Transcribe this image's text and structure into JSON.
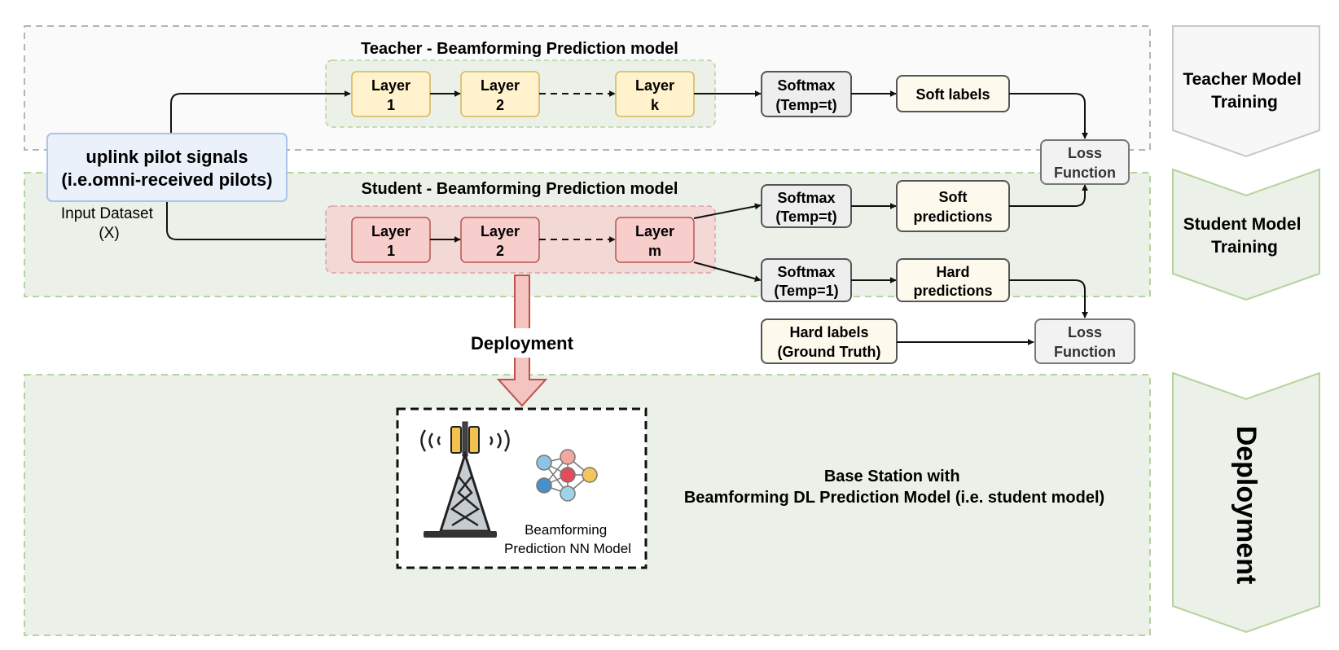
{
  "teacher": {
    "title": "Teacher - Beamforming Prediction model",
    "layers": [
      {
        "line1": "Layer",
        "line2": "1"
      },
      {
        "line1": "Layer",
        "line2": "2"
      },
      {
        "line1": "Layer",
        "line2": "k"
      }
    ],
    "softmax": {
      "line1": "Softmax",
      "line2": "(Temp=t)"
    },
    "soft_labels": "Soft labels"
  },
  "student": {
    "title": "Student - Beamforming Prediction model",
    "layers": [
      {
        "line1": "Layer",
        "line2": "1"
      },
      {
        "line1": "Layer",
        "line2": "2"
      },
      {
        "line1": "Layer",
        "line2": "m"
      }
    ],
    "softmax_soft": {
      "line1": "Softmax",
      "line2": "(Temp=t)"
    },
    "softmax_hard": {
      "line1": "Softmax",
      "line2": "(Temp=1)"
    },
    "soft_predictions": {
      "line1": "Soft",
      "line2": "predictions"
    },
    "hard_predictions": {
      "line1": "Hard",
      "line2": "predictions"
    }
  },
  "input": {
    "line1": "uplink pilot signals",
    "line2": "(i.e.omni-received pilots)",
    "dataset_line1": "Input Dataset",
    "dataset_line2": "(X)"
  },
  "loss_top": {
    "line1": "Loss",
    "line2": "Function"
  },
  "loss_bottom": {
    "line1": "Loss",
    "line2": "Function"
  },
  "hard_labels": {
    "line1": "Hard labels",
    "line2": "(Ground Truth)"
  },
  "deployment_arrow_label": "Deployment",
  "deployment_box": {
    "nn_label_line1": "Beamforming",
    "nn_label_line2": "Prediction NN Model"
  },
  "base_station": {
    "line1": "Base Station with",
    "line2": "Beamforming DL Prediction Model (i.e. student model)"
  },
  "phases": {
    "teacher": {
      "line1": "Teacher Model",
      "line2": "Training"
    },
    "student": {
      "line1": "Student Model",
      "line2": "Training"
    },
    "deployment": "Deployment"
  },
  "colors": {
    "teacher_layer_fill": "#fff2cc",
    "teacher_layer_stroke": "#d6b656",
    "student_layer_fill": "#f8cecc",
    "student_layer_stroke": "#b85450",
    "region_green": "#ebf1e8",
    "input_fill": "#eaf1fb",
    "input_stroke": "#a9c4e8",
    "cream": "#fdf9ec",
    "grey_box": "#f2f2f2"
  }
}
